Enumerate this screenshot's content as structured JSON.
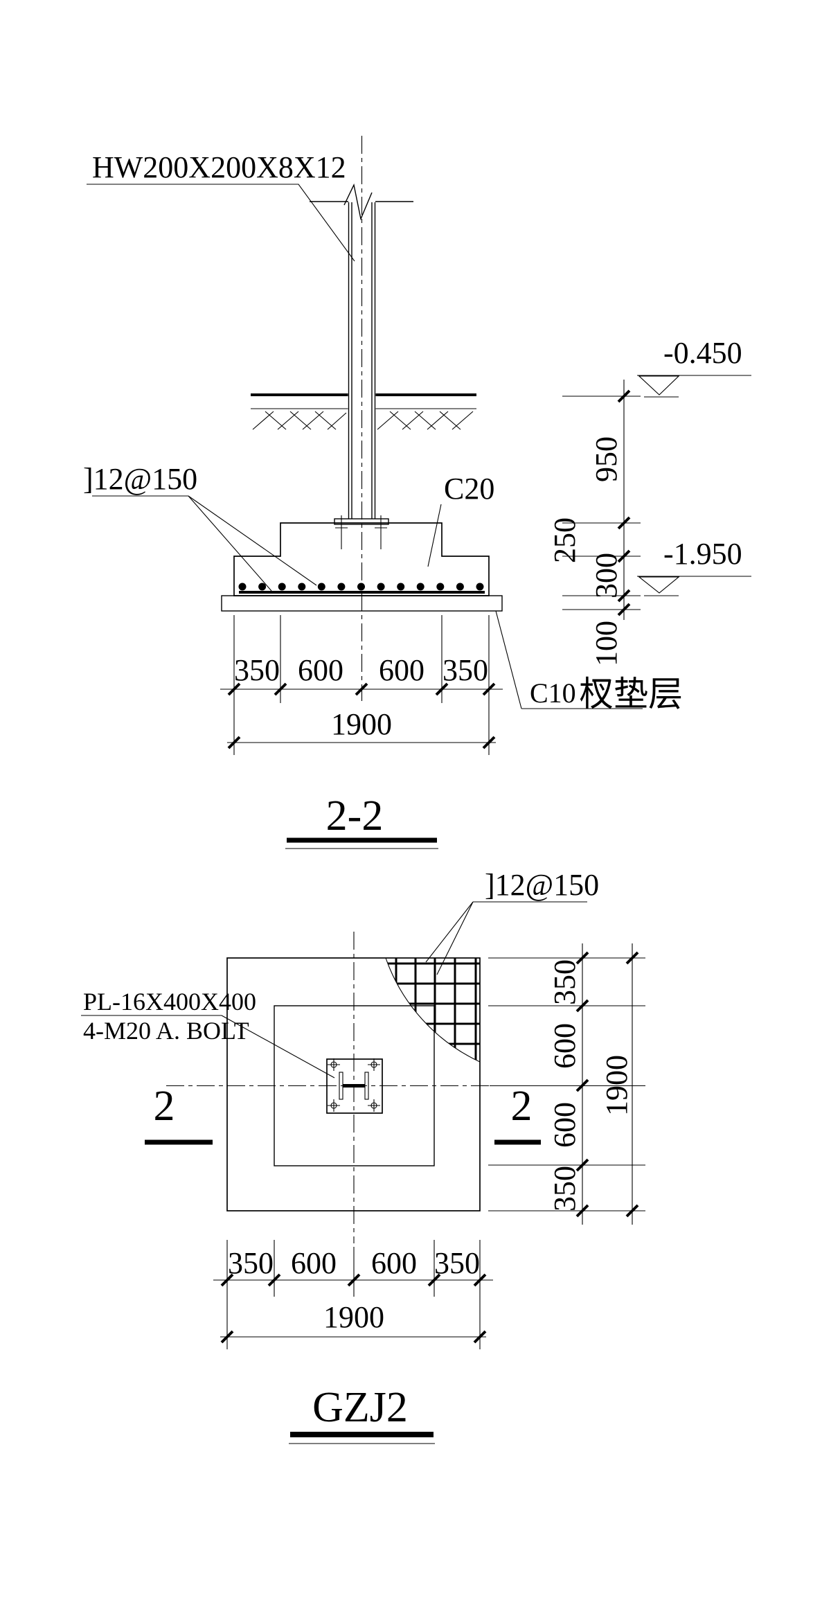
{
  "section": {
    "title": "2-2",
    "column_label": "HW200X200X8X12",
    "stirrup_label": "]12@150",
    "concrete_label": "C20",
    "cushion_prefix": "C10",
    "cushion_cn": "杈垫层",
    "elev_ground": "-0.450",
    "elev_base": "-1.950",
    "dims_v": [
      "950",
      "250",
      "300",
      "100"
    ],
    "dims_h": [
      "350",
      "600",
      "600",
      "350"
    ],
    "dim_h_total": "1900"
  },
  "plan": {
    "title": "GZJ2",
    "mesh_label": "]12@150",
    "plate_label": "PL-16X400X400",
    "bolt_label": "4-M20 A. BOLT",
    "cut_mark": "2",
    "dims_right": [
      "350",
      "600",
      "600",
      "350"
    ],
    "dim_right_total": "1900",
    "dims_bottom": [
      "350",
      "600",
      "600",
      "350"
    ],
    "dim_bottom_total": "1900"
  }
}
